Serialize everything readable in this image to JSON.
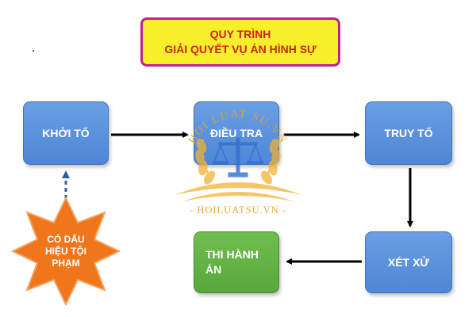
{
  "title": {
    "line1": "QUY TRÌNH",
    "line2": "GIẢI QUYẾT VỤ ÁN HÌNH SỰ"
  },
  "steps": {
    "khoi_to": "KHỞI TỐ",
    "dieu_tra": "ĐIỀU TRA",
    "truy_to": "TRUY TỐ",
    "xet_xu": "XÉT XỬ",
    "thi_hanh_line1": "THI HÀNH",
    "thi_hanh_line2": "ÁN"
  },
  "trigger": {
    "line1": "CÓ DẤU",
    "line2": "HIỆU TỘI",
    "line3": "PHẠM"
  },
  "watermark": {
    "arc_text": "HOI LUAT SU.VN",
    "site": "- HOILUATSU.VN -"
  },
  "colors": {
    "title_background": "#f8ef2c",
    "title_border": "#c02094",
    "title_text": "#cc2416",
    "step_blue": "#5b8fdc",
    "step_green": "#62b044",
    "star_orange": "#f0761b",
    "arrow": "#000000",
    "dashed_arrow": "#2f5f9e",
    "watermark": "#e7a229"
  }
}
